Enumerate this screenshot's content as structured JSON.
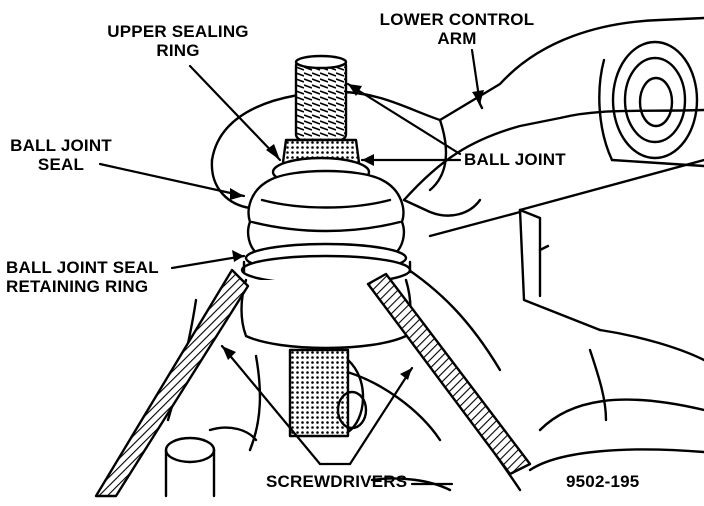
{
  "labels": {
    "upper_sealing_ring": [
      "UPPER SEALING",
      "RING"
    ],
    "lower_control_arm": [
      "LOWER CONTROL",
      "ARM"
    ],
    "ball_joint_seal": [
      "BALL JOINT",
      "SEAL"
    ],
    "ball_joint": "BALL JOINT",
    "ball_joint_seal_retaining_ring": [
      "BALL JOINT SEAL",
      "RETAINING RING"
    ],
    "screwdrivers": "SCREWDRIVERS",
    "figure_number": "9502-195"
  },
  "colors": {
    "ink": "#000000",
    "paper": "#ffffff"
  }
}
